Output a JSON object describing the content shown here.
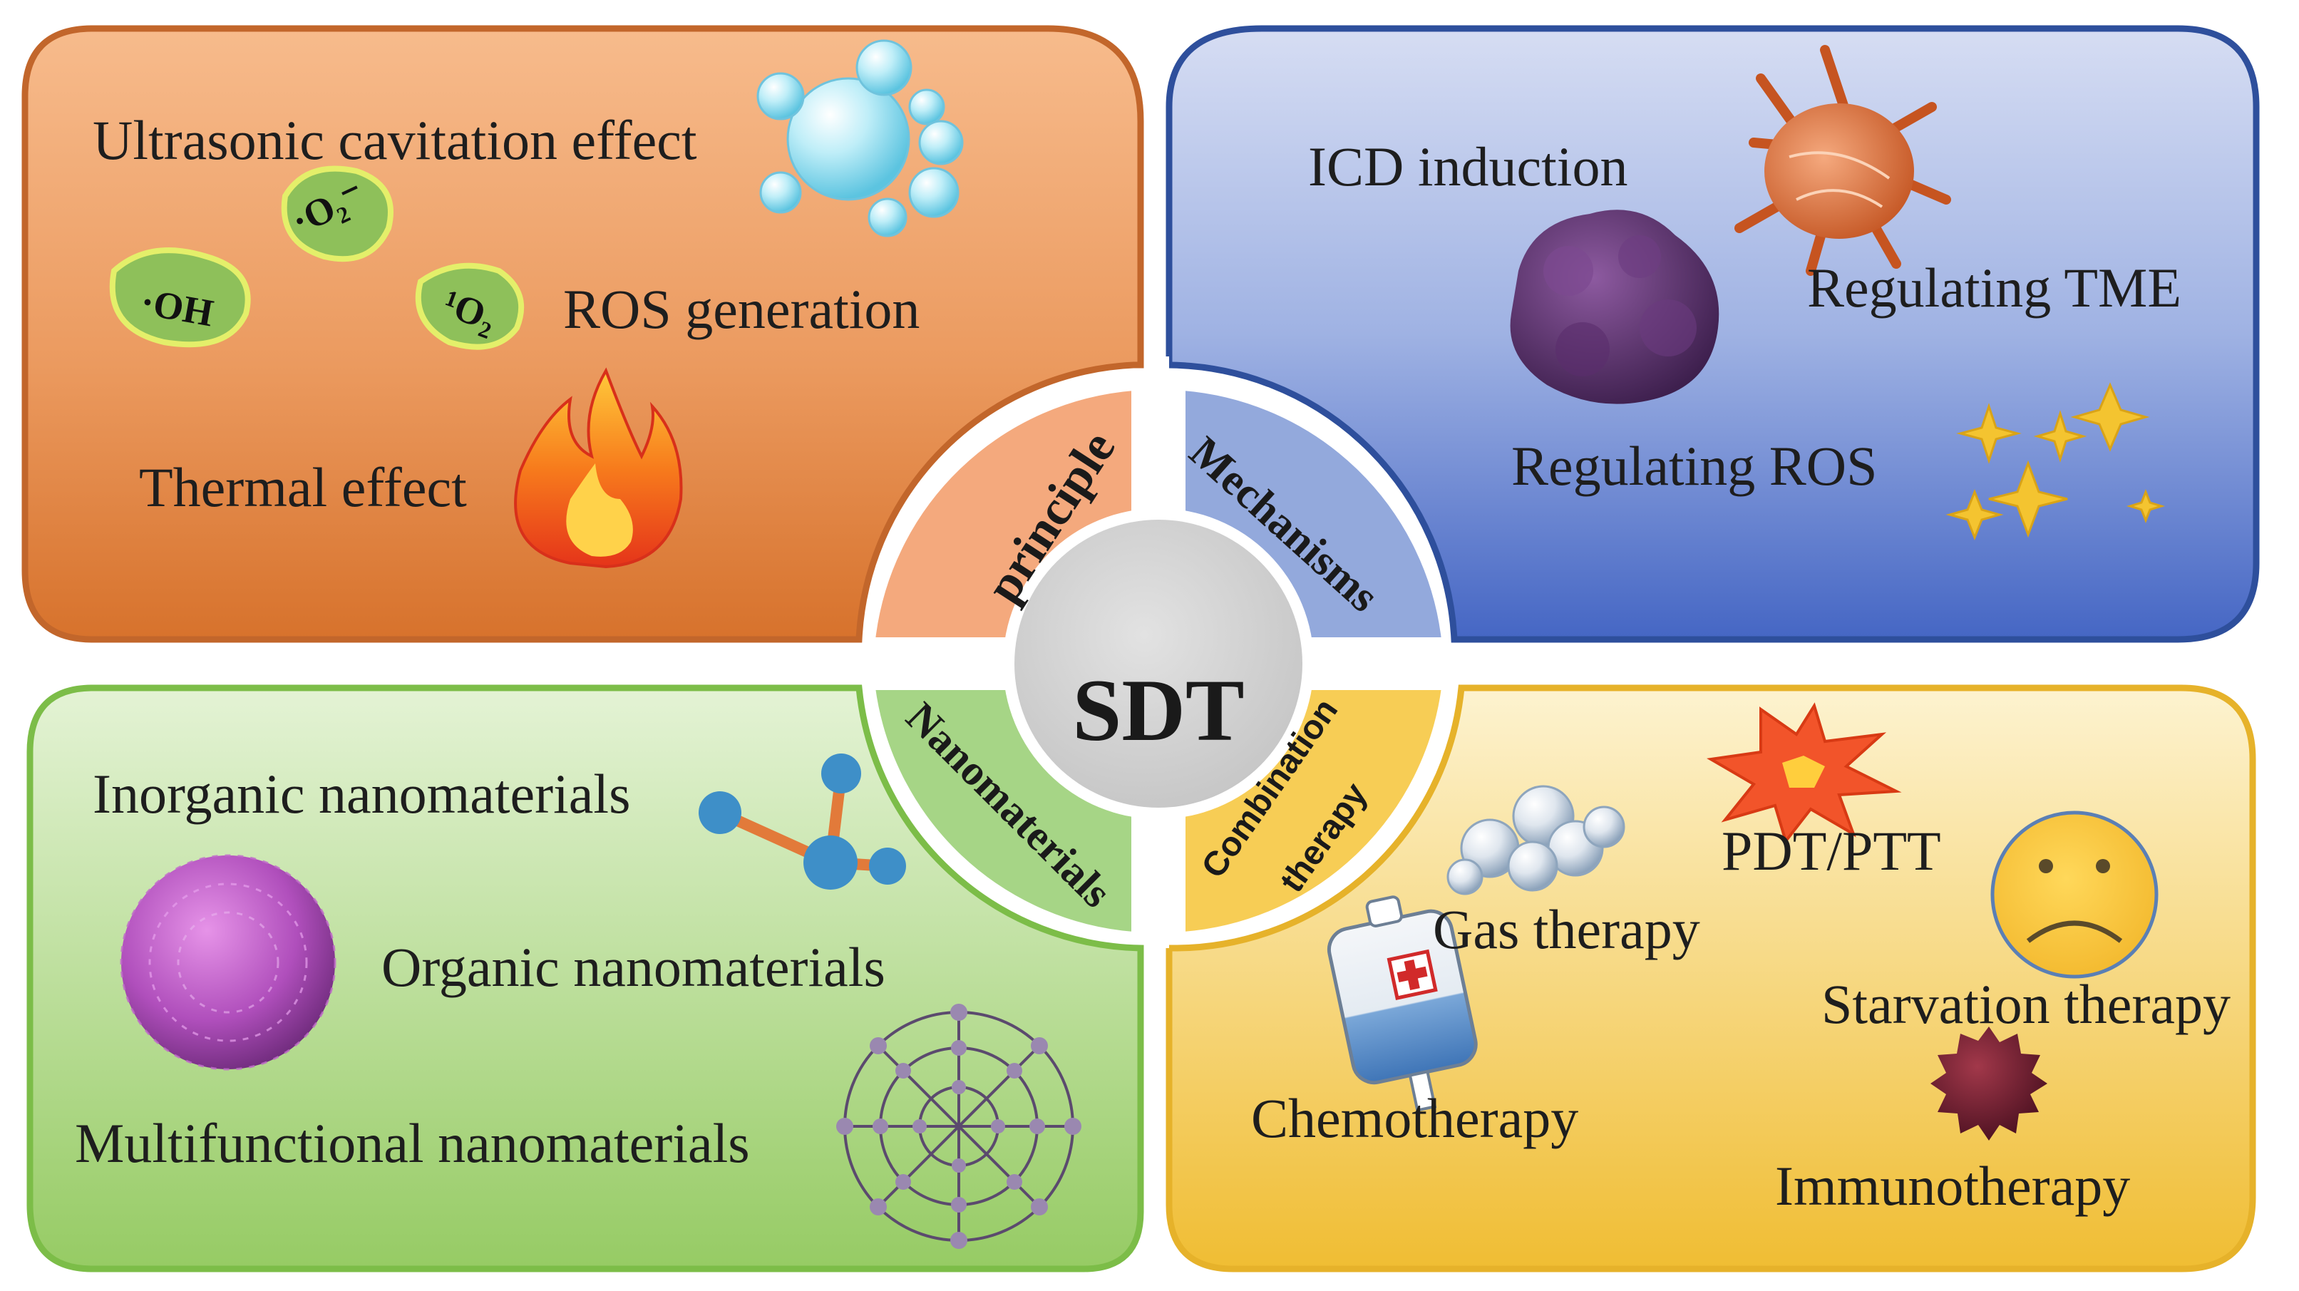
{
  "center": {
    "label": "SDT"
  },
  "quadrants": {
    "principle": {
      "tab": "principle",
      "items": [
        "Ultrasonic cavitation effect",
        "ROS generation",
        "Thermal effect"
      ],
      "species": [
        "·OH",
        "·O₂⁻",
        "¹O₂"
      ],
      "colors": {
        "top": "#f6b98a",
        "bottom": "#e07a33",
        "border": "#bf6226",
        "tab": "#f4a77a"
      }
    },
    "mechanisms": {
      "tab": "Mechanisms",
      "items": [
        "ICD induction",
        "Regulating TME",
        "Regulating ROS"
      ],
      "colors": {
        "top": "#ced6f1",
        "bottom": "#4a6cc8",
        "border": "#2f4f9e",
        "tab": "#8aa3da"
      }
    },
    "nanomaterials": {
      "tab": "Nanomaterials",
      "items": [
        "Inorganic nanomaterials",
        "Organic nanomaterials",
        "Multifunctional nanomaterials"
      ],
      "colors": {
        "top": "#dcefc8",
        "bottom": "#9ccd6d",
        "border": "#7fbf4d",
        "tab": "#a9d68a"
      }
    },
    "combination": {
      "tab_line1": "Combination",
      "tab_line2": "therapy",
      "items": [
        "PDT/PTT",
        "Gas therapy",
        "Starvation therapy",
        "Chemotherapy",
        "Immunotherapy"
      ],
      "colors": {
        "top": "#fcefc2",
        "bottom": "#f2c23b",
        "border": "#e8b42c",
        "tab": "#f7cf58"
      }
    }
  },
  "icons": [
    "bubbles-icon",
    "radical-blob-icon",
    "flame-icon",
    "tumor-cell-icon",
    "purple-cluster-icon",
    "sparkles-icon",
    "molecule-icon",
    "nanosphere-icon",
    "fullerene-icon",
    "explosion-icon",
    "gas-bubbles-icon",
    "iv-bag-icon",
    "sad-face-icon",
    "dark-cell-icon"
  ]
}
